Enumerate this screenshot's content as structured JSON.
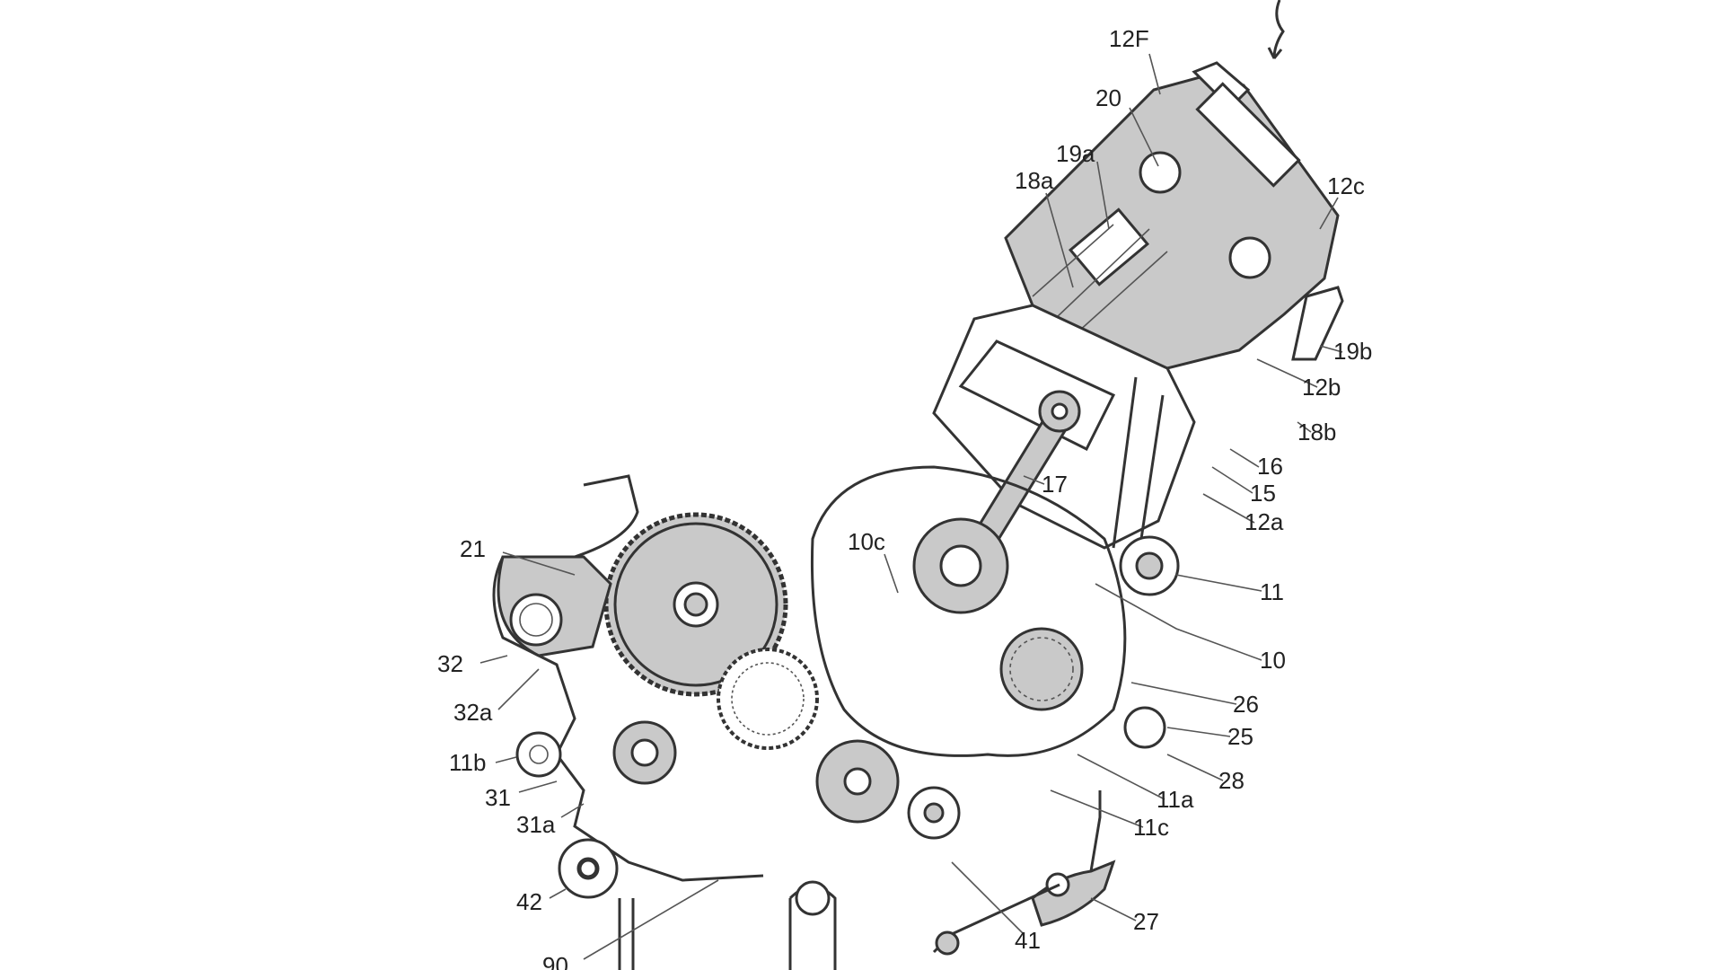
{
  "figure": {
    "labels": [
      {
        "id": "12F",
        "text": "12F"
      },
      {
        "id": "20",
        "text": "20"
      },
      {
        "id": "19a",
        "text": "19a"
      },
      {
        "id": "18a",
        "text": "18a"
      },
      {
        "id": "12c",
        "text": "12c"
      },
      {
        "id": "19b",
        "text": "19b"
      },
      {
        "id": "12b",
        "text": "12b"
      },
      {
        "id": "18b",
        "text": "18b"
      },
      {
        "id": "16",
        "text": "16"
      },
      {
        "id": "15",
        "text": "15"
      },
      {
        "id": "12a",
        "text": "12a"
      },
      {
        "id": "17",
        "text": "17"
      },
      {
        "id": "10c",
        "text": "10c"
      },
      {
        "id": "21",
        "text": "21"
      },
      {
        "id": "11",
        "text": "11"
      },
      {
        "id": "10",
        "text": "10"
      },
      {
        "id": "32",
        "text": "32"
      },
      {
        "id": "32a",
        "text": "32a"
      },
      {
        "id": "26",
        "text": "26"
      },
      {
        "id": "25",
        "text": "25"
      },
      {
        "id": "11b",
        "text": "11b"
      },
      {
        "id": "28",
        "text": "28"
      },
      {
        "id": "11a",
        "text": "11a"
      },
      {
        "id": "31",
        "text": "31"
      },
      {
        "id": "11c",
        "text": "11c"
      },
      {
        "id": "31a",
        "text": "31a"
      },
      {
        "id": "42",
        "text": "42"
      },
      {
        "id": "27",
        "text": "27"
      },
      {
        "id": "41",
        "text": "41"
      },
      {
        "id": "90",
        "text": "90"
      }
    ]
  }
}
